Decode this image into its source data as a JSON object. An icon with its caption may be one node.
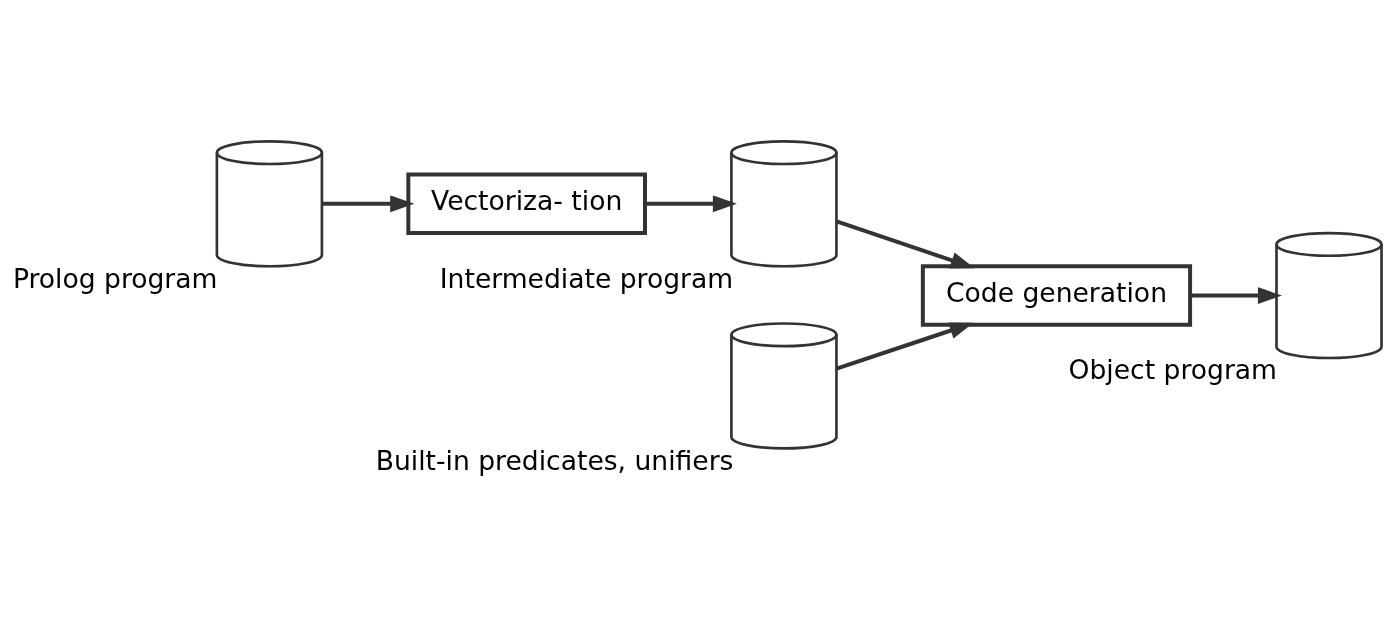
{
  "diagram": {
    "nodes": [
      {
        "text": [],
        "shape": "cylinder",
        "beside": [
          "Prolog program"
        ]
      },
      {
        "text": [
          "Vectoriza- tion"
        ]
      },
      {
        "text": [],
        "shape": "cylinder",
        "beside": [
          "Intermediate program"
        ]
      },
      {
        "text": [],
        "shape": "cylinder",
        "beside": [
          "Object program"
        ]
      },
      {
        "text": [
          "Code generation"
        ]
      },
      {
        "text": [],
        "shape": "cylinder",
        "beside": [
          "Built-in predicates, unifiers"
        ]
      }
    ],
    "edges": [
      {
        "from": 0,
        "to": 1,
        "arrow": "to"
      },
      {
        "from": 1,
        "to": 2,
        "arrow": "to"
      },
      {
        "from": 2,
        "to": 4,
        "arrow": "to"
      },
      {
        "from": 5,
        "to": 4,
        "arrow": "to"
      },
      {
        "from": 4,
        "to": 3,
        "arrow": "to"
      }
    ]
  }
}
